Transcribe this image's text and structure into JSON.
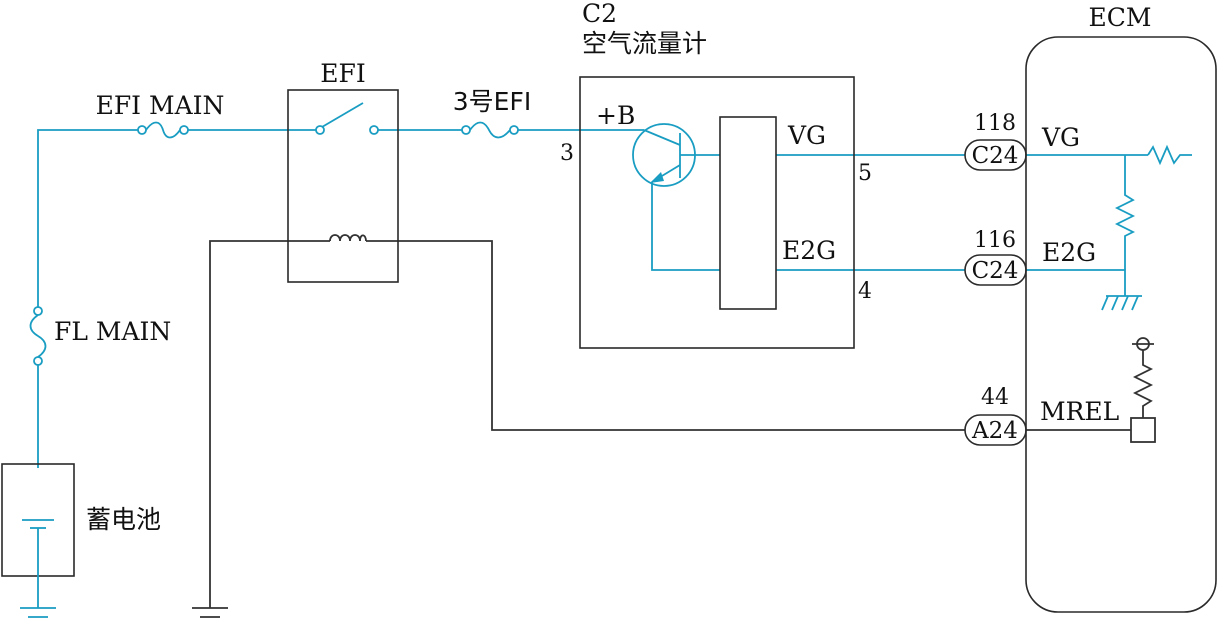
{
  "colors": {
    "wire": "#1a9dc2",
    "ground_wire": "#333333",
    "outline": "#2a2a2a",
    "text": "#111111",
    "background": "#ffffff"
  },
  "labels": {
    "ecm": "ECM",
    "efi_relay": "EFI",
    "efi_main": "EFI MAIN",
    "fuse_3_efi": "3号EFI",
    "sensor_code": "C2",
    "sensor_name": "空气流量计",
    "plus_b": "+B",
    "pin_3": "3",
    "sensor_vg": "VG",
    "sensor_e2g": "E2G",
    "pin_5": "5",
    "pin_4": "4",
    "fl_main": "FL MAIN",
    "battery": "蓄电池",
    "ecm_vg": "VG",
    "ecm_e2g": "E2G",
    "ecm_mrel": "MREL"
  },
  "connectors": [
    {
      "pin": "118",
      "code": "C24"
    },
    {
      "pin": "116",
      "code": "C24"
    },
    {
      "pin": "44",
      "code": "A24"
    }
  ]
}
